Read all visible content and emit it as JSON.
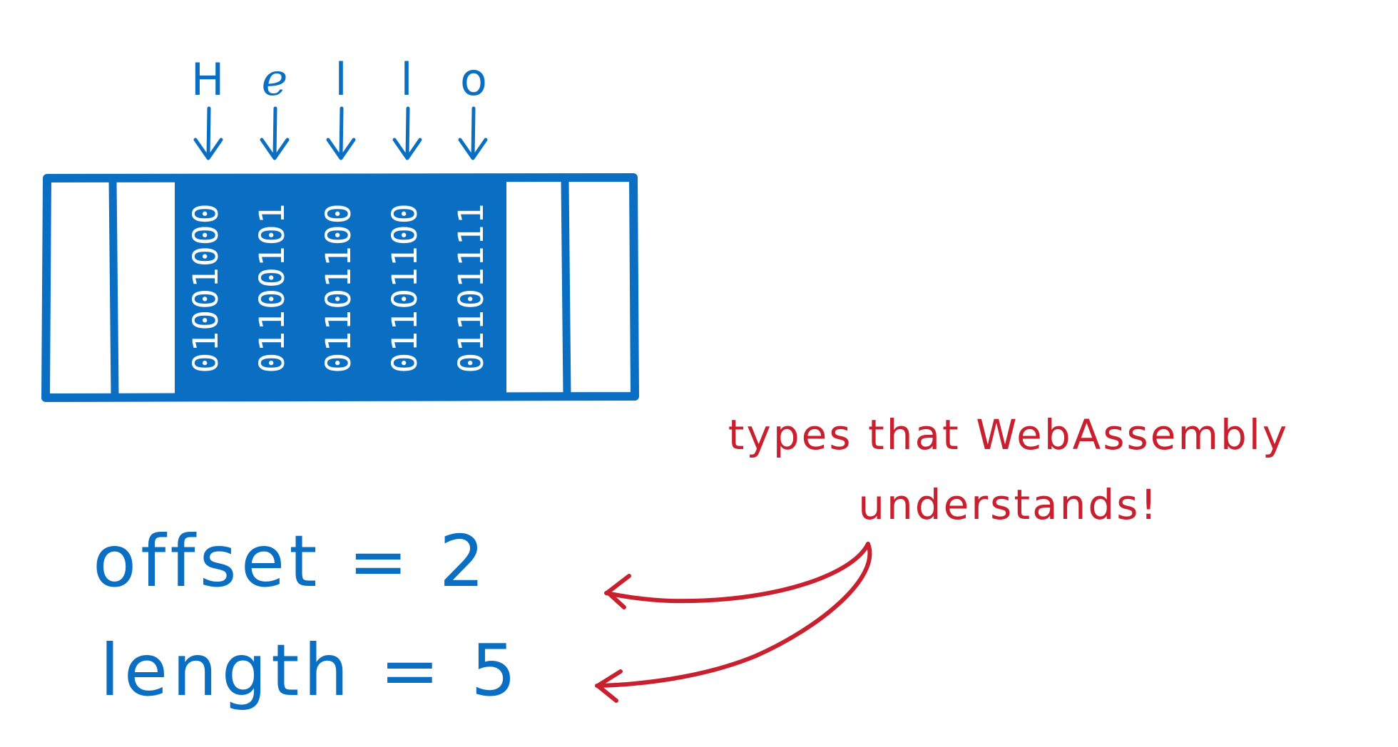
{
  "string_chars": [
    "H",
    "e",
    "l",
    "l",
    "o"
  ],
  "string_bits": [
    "01001000",
    "01100101",
    "01101100",
    "01101100",
    "01101111"
  ],
  "offset_label": "offset = 2",
  "length_label": "length = 5",
  "note": {
    "line1": "types that WebAssembly",
    "line2": "understands!"
  },
  "colors": {
    "blue": "#0a6fc2",
    "red": "#c8202f",
    "white": "#ffffff"
  }
}
